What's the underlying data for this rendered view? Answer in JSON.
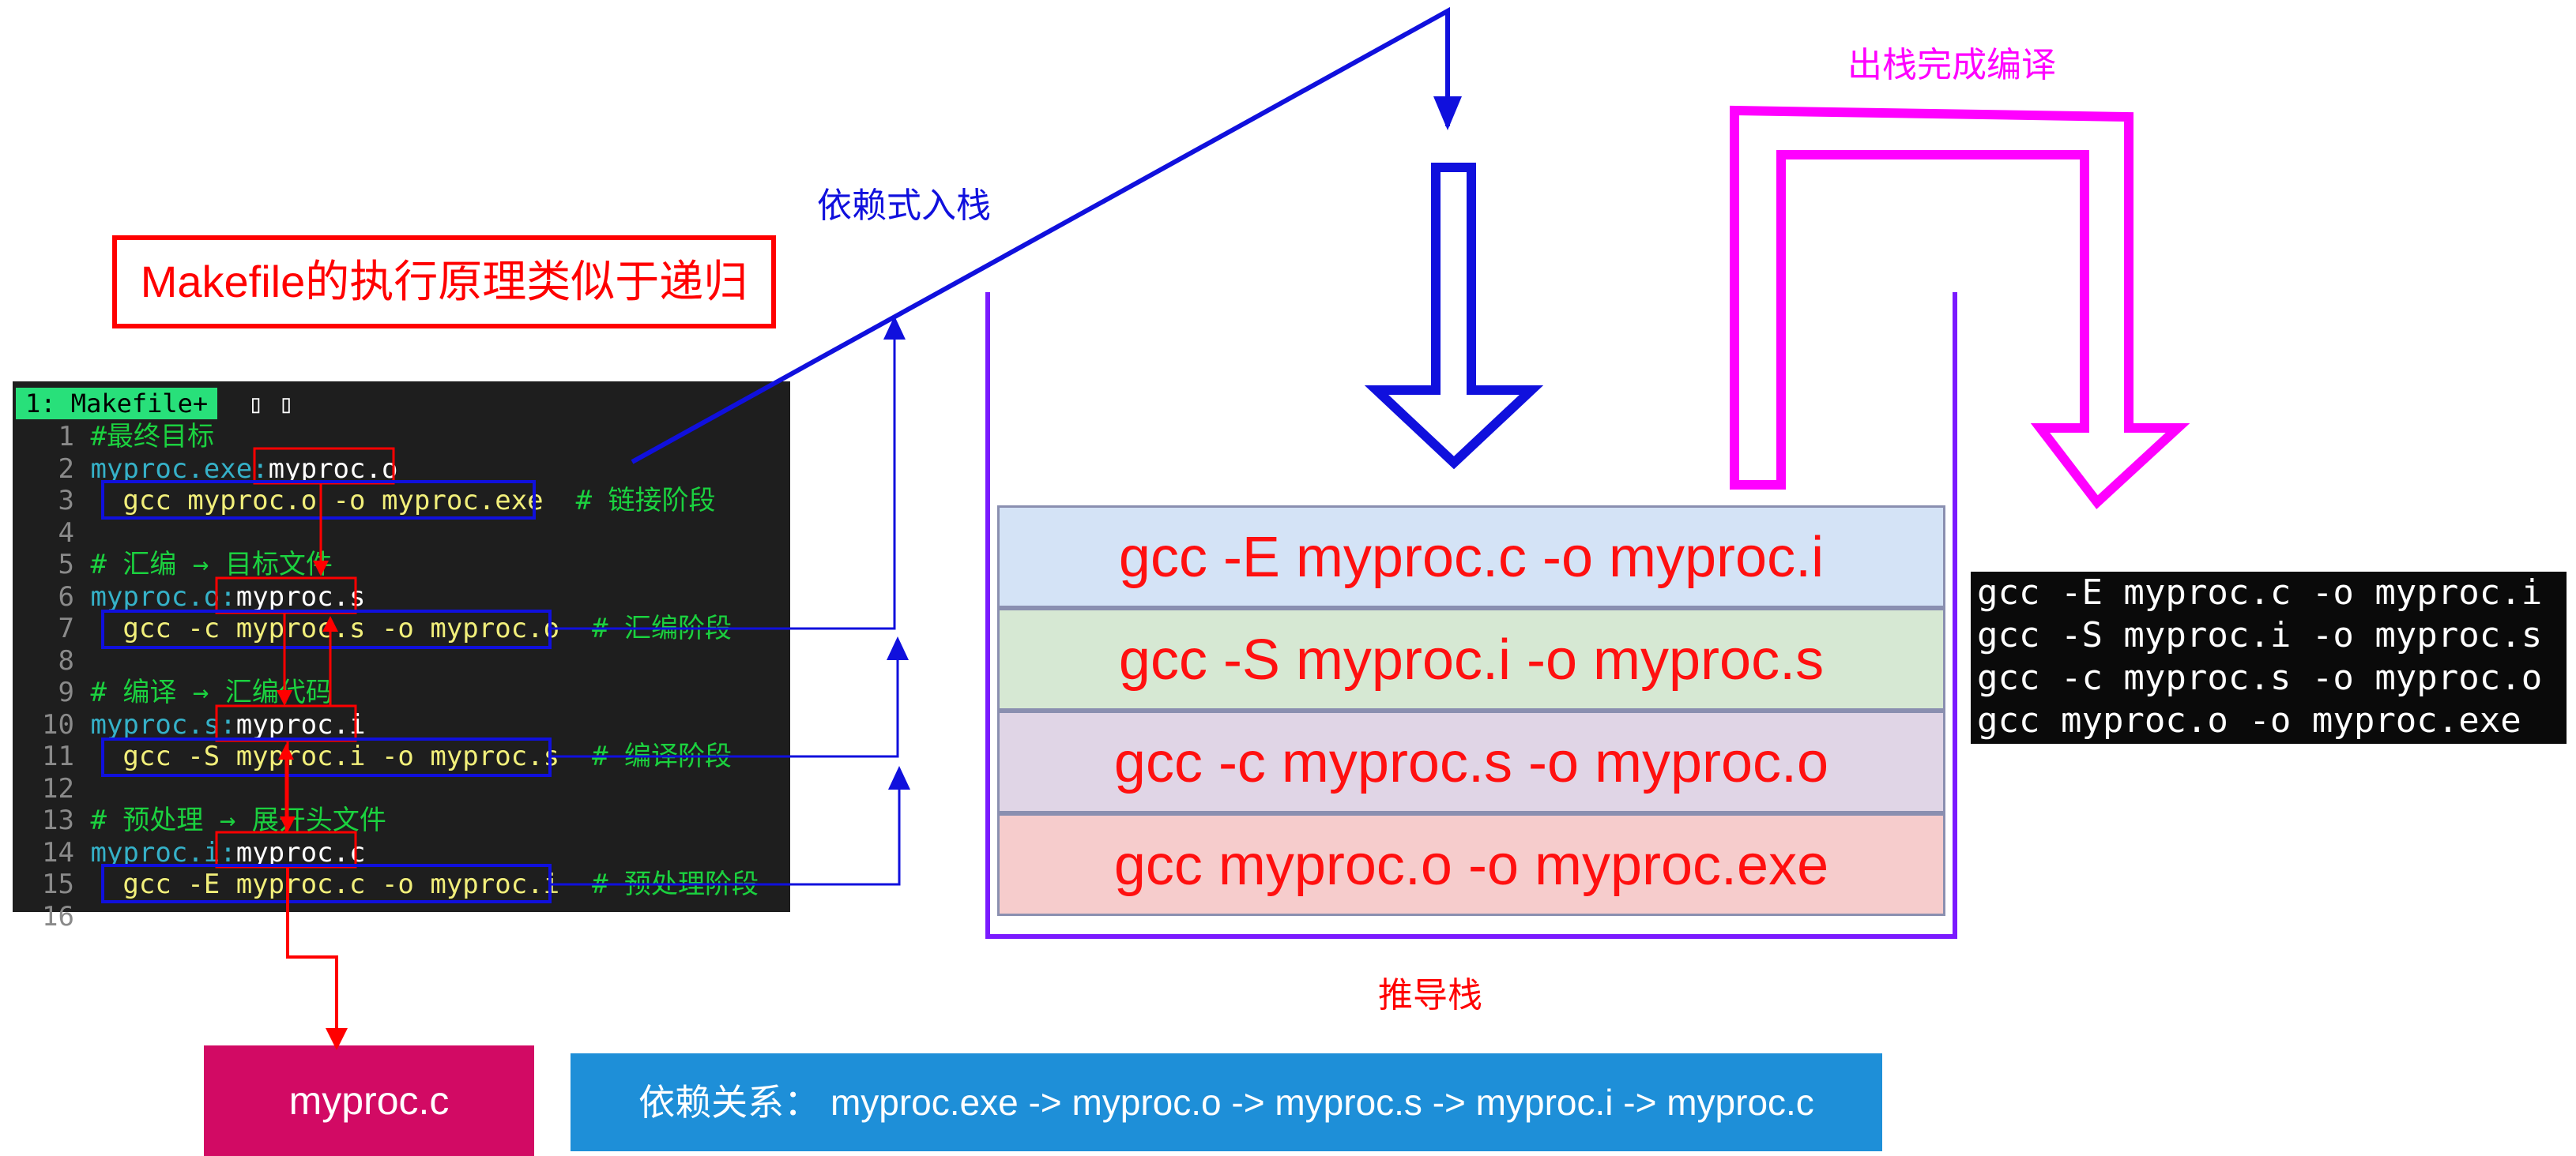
{
  "title": "Makefile的执行原理类似于递归",
  "labels": {
    "push": "依赖式入栈",
    "pop": "出栈完成编译",
    "stack": "推导栈"
  },
  "editor": {
    "tab": "1: Makefile+",
    "tab_rest": "▯ ▯",
    "lines": [
      {
        "n": "1",
        "a": "#最终目标",
        "b": "",
        "c": "",
        "d": ""
      },
      {
        "n": "2",
        "a": "myproc.exe:",
        "b": "myproc.o",
        "c": "",
        "d": ""
      },
      {
        "n": "3",
        "a": "",
        "b": "",
        "c": "gcc myproc.o -o myproc.exe",
        "d": "# 链接阶段"
      },
      {
        "n": "4",
        "a": "",
        "b": "",
        "c": "",
        "d": ""
      },
      {
        "n": "5",
        "a": "# 汇编 → 目标文件",
        "b": "",
        "c": "",
        "d": ""
      },
      {
        "n": "6",
        "a": "myproc.o:",
        "b": "myproc.s",
        "c": "",
        "d": ""
      },
      {
        "n": "7",
        "a": "",
        "b": "",
        "c": "gcc -c myproc.s -o myproc.o",
        "d": "# 汇编阶段"
      },
      {
        "n": "8",
        "a": "",
        "b": "",
        "c": "",
        "d": ""
      },
      {
        "n": "9",
        "a": "# 编译 → 汇编代码",
        "b": "",
        "c": "",
        "d": ""
      },
      {
        "n": "10",
        "a": "myproc.s:",
        "b": "myproc.i",
        "c": "",
        "d": ""
      },
      {
        "n": "11",
        "a": "",
        "b": "",
        "c": "gcc -S myproc.i -o myproc.s",
        "d": "# 编译阶段"
      },
      {
        "n": "12",
        "a": "",
        "b": "",
        "c": "",
        "d": ""
      },
      {
        "n": "13",
        "a": "# 预处理 → 展开头文件",
        "b": "",
        "c": "",
        "d": ""
      },
      {
        "n": "14",
        "a": "myproc.i:",
        "b": "myproc.c",
        "c": "",
        "d": ""
      },
      {
        "n": "15",
        "a": "",
        "b": "",
        "c": "gcc -E myproc.c -o myproc.i",
        "d": "# 预处理阶段"
      },
      {
        "n": "16",
        "a": "",
        "b": "",
        "c": "",
        "d": ""
      }
    ]
  },
  "stack": [
    {
      "text": "gcc -E myproc.c -o myproc.i",
      "color": "#d4e3f6"
    },
    {
      "text": "gcc -S myproc.i -o myproc.s",
      "color": "#d6e8d3"
    },
    {
      "text": "gcc -c myproc.s -o myproc.o",
      "color": "#e0d5e6"
    },
    {
      "text": "gcc myproc.o -o myproc.exe",
      "color": "#f6cccc"
    }
  ],
  "terminal": [
    "gcc -E myproc.c -o myproc.i",
    "gcc -S myproc.i -o myproc.s",
    "gcc -c myproc.s -o myproc.o",
    "gcc myproc.o -o myproc.exe"
  ],
  "source_box": {
    "text": "myproc.c",
    "color": "#d20a64"
  },
  "dependency": {
    "text": "依赖关系： myproc.exe -> myproc.o -> myproc.s -> myproc.i -> myproc.c",
    "color": "#1e8fd8"
  },
  "colors": {
    "red": "#ff0000",
    "blue": "#1010dd",
    "magenta": "#ff00ff",
    "purple": "#7a1aff",
    "editor_bg": "#1e1e1e"
  }
}
